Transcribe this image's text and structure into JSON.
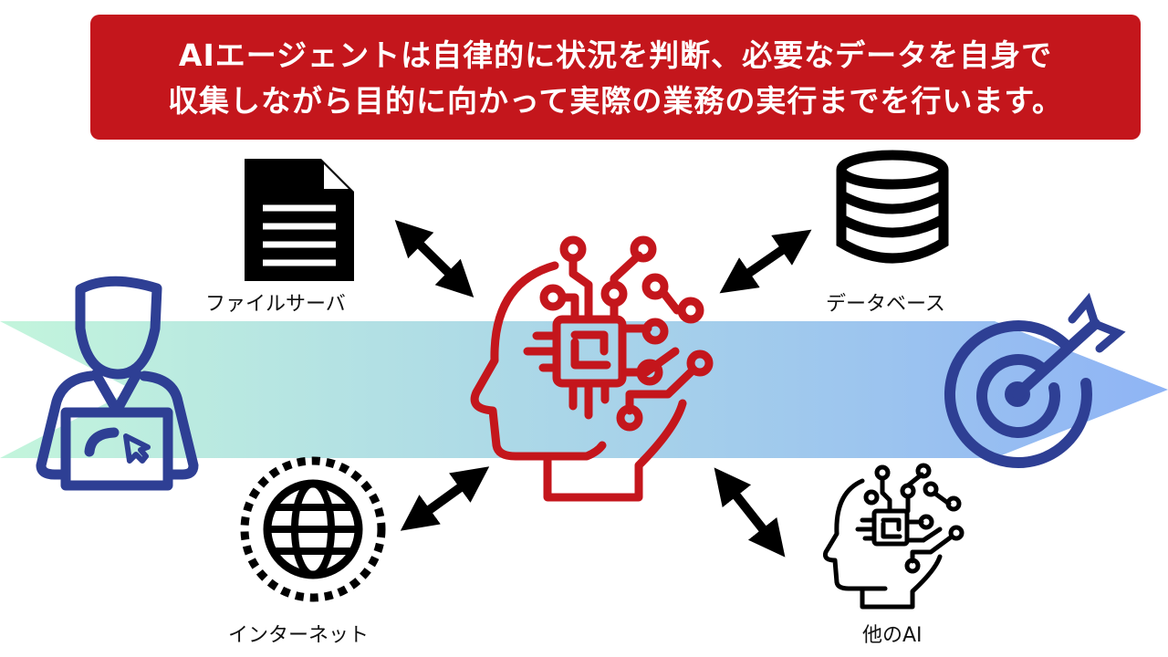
{
  "banner": {
    "line1": "AIエージェントは自律的に状況を判断、必要なデータを自身で",
    "line2": "収集しながら目的に向かって実際の業務の実行までを行います。"
  },
  "nodes": {
    "file_server": "ファイルサーバ",
    "database": "データベース",
    "internet": "インターネット",
    "other_ai": "他のAI"
  },
  "colors": {
    "banner": "#c4161c",
    "agent": "#c4161c",
    "user": "#2e3f94",
    "arrow_start": "#c3f5dc",
    "arrow_end": "#8fb4f5"
  }
}
